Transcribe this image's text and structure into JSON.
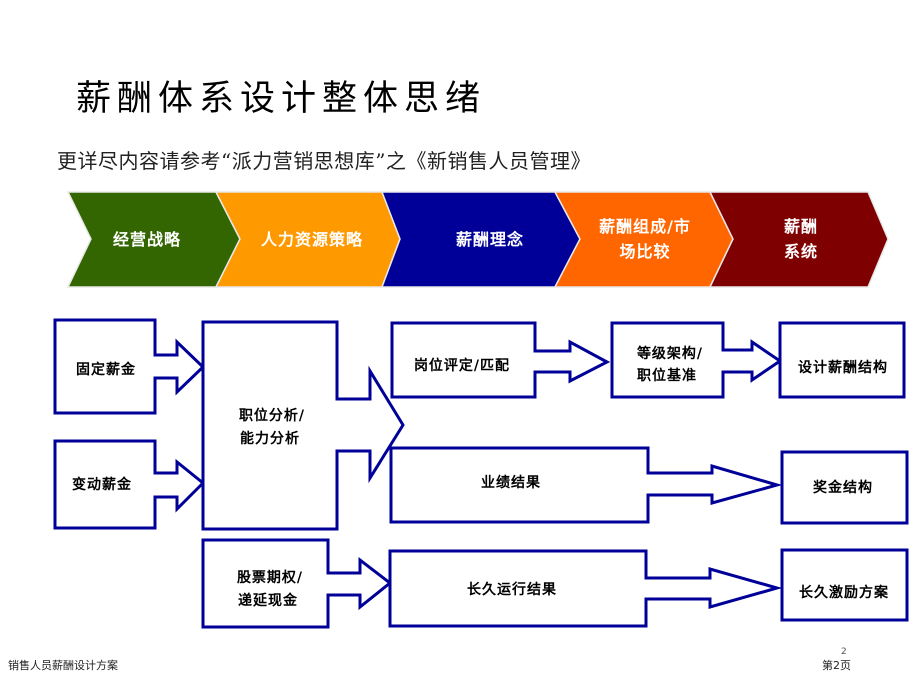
{
  "title": "薪酬体系设计整体思绪",
  "subtitle": "更详尽内容请参考“派力营销思想库”之《新销售人员管理》",
  "chevrons": [
    {
      "lines": [
        "经营战略"
      ],
      "color": "#336600"
    },
    {
      "lines": [
        "人力资源策略"
      ],
      "color": "#FF9900"
    },
    {
      "lines": [
        "薪酬理念"
      ],
      "color": "#000099"
    },
    {
      "lines": [
        "薪酬组成/市",
        "场比较"
      ],
      "color": "#FF6600"
    },
    {
      "lines": [
        "薪酬",
        "系统"
      ],
      "color": "#7F0000"
    }
  ],
  "diagram": {
    "stroke_color": "#000099",
    "boxes": {
      "fixed_salary": {
        "lines": [
          "固定薪金"
        ]
      },
      "variable_salary": {
        "lines": [
          "变动薪金"
        ]
      },
      "job_analysis": {
        "lines": [
          "职位分析/",
          "能力分析"
        ]
      },
      "job_evaluation": {
        "lines": [
          "岗位评定/匹配"
        ]
      },
      "grade_structure": {
        "lines": [
          "等级架构/",
          "职位基准"
        ]
      },
      "salary_structure": {
        "lines": [
          "设计薪酬结构"
        ]
      },
      "performance_result": {
        "lines": [
          "业绩结果"
        ]
      },
      "bonus_structure": {
        "lines": [
          "奖金结构"
        ]
      },
      "stock_options": {
        "lines": [
          "股票期权/",
          "递延现金"
        ]
      },
      "long_term_result": {
        "lines": [
          "长久运行结果"
        ]
      },
      "long_term_incentive": {
        "lines": [
          "长久激励方案"
        ]
      }
    }
  },
  "footer": {
    "left": "销售人员薪酬设计方案",
    "right": "第2页",
    "slide_number": "2"
  }
}
